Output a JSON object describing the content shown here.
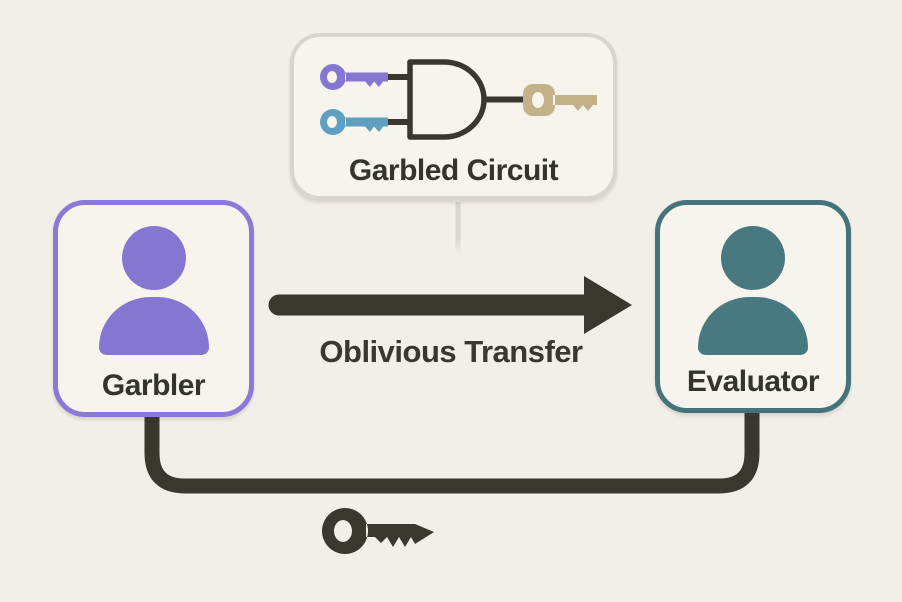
{
  "colors": {
    "bg": "#F2EFE8",
    "box-fill": "#F7F4EE",
    "box-border": "#D8D5CF",
    "ink": "#35332E",
    "dark": "#3A372F",
    "purple": "#8576D1",
    "purple-border": "#8A7AD8",
    "blue": "#5FA0C0",
    "tan": "#C3B189",
    "teal": "#487880",
    "teal-border": "#45737B"
  },
  "circuit_box": {
    "title": "Garbled Circuit",
    "icons": [
      "purple-key-icon",
      "blue-key-icon",
      "and-gate-icon",
      "tan-key-icon"
    ]
  },
  "garbler": {
    "label": "Garbler",
    "icon": "person-icon"
  },
  "evaluator": {
    "label": "Evaluator",
    "icon": "person-icon"
  },
  "transfer": {
    "label": "Oblivious Transfer",
    "icon": "arrow-right-icon"
  },
  "channel": {
    "icon": "key-icon"
  }
}
